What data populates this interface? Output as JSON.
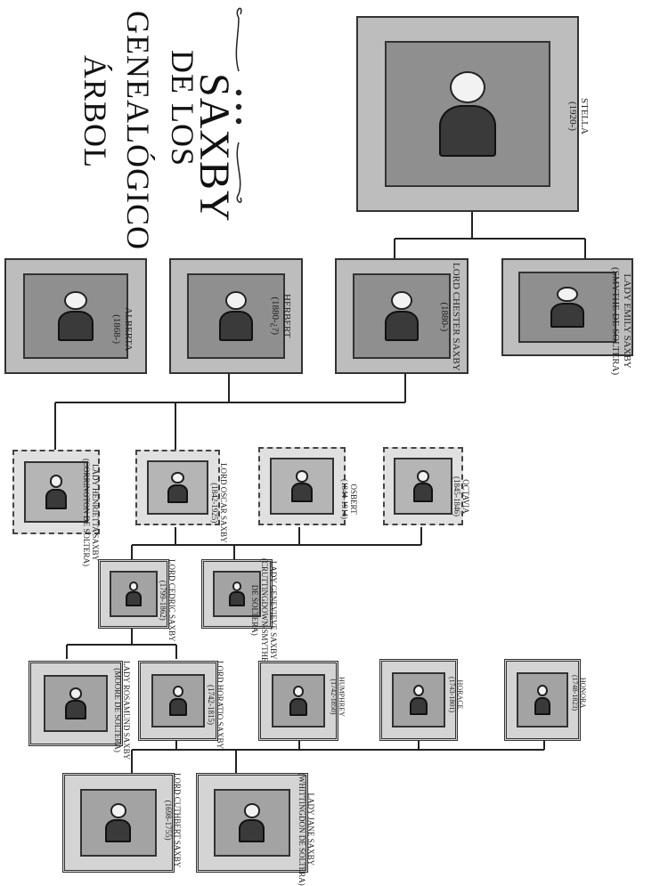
{
  "title": {
    "line1": "ÁRBOL",
    "line2": "GENEALÓGICO",
    "line3": "DE LOS",
    "line4": "SAXBY"
  },
  "people": [
    {
      "id": "stella",
      "name": "STELLA",
      "dates": "(1920-)",
      "extra": ""
    },
    {
      "id": "alberta",
      "name": "ALBERTA",
      "dates": "(1868-)",
      "extra": ""
    },
    {
      "id": "herbert",
      "name": "HERBERT",
      "dates": "(1880-¿?)",
      "extra": ""
    },
    {
      "id": "chester",
      "name": "LORD CHESTER SAXBY",
      "dates": "(1880-)",
      "extra": ""
    },
    {
      "id": "emily",
      "name": "LADY EMILY SAXBY",
      "dates": "(SMYTHE DE SOLTERA)",
      "extra": ""
    },
    {
      "id": "henrietta",
      "name": "LADY HENRIETTA SAXBY",
      "dates": "(CORRINGTON DE SOLTERA)",
      "extra": ""
    },
    {
      "id": "oscar",
      "name": "LORD OSCAR SAXBY",
      "dates": "(1842-1925)",
      "extra": ""
    },
    {
      "id": "osbert",
      "name": "OSBERT",
      "dates": "(1844-1914)",
      "extra": ""
    },
    {
      "id": "octavia",
      "name": "OCTAVIA",
      "dates": "(1845-1846)",
      "extra": ""
    },
    {
      "id": "cedric",
      "name": "LORD CEDRIC SAXBY",
      "dates": "(1799-1862)",
      "extra": ""
    },
    {
      "id": "genevieve",
      "name": "LADY GENEVIEVE SAXBY",
      "dates": "(CRUTTINGDOWN-SMYTHE",
      "extra": "DE SOLTERA)"
    },
    {
      "id": "rosamund",
      "name": "LADY ROSAMUND SAXBY",
      "dates": "(MOORE DE SOLTERA)",
      "extra": ""
    },
    {
      "id": "horatio",
      "name": "LORD HORATIO SAXBY",
      "dates": "(1742-1815)",
      "extra": ""
    },
    {
      "id": "humphrey",
      "name": "HUMPHREY",
      "dates": "(1742-1850)",
      "extra": ""
    },
    {
      "id": "horace",
      "name": "HORACE",
      "dates": "(1743-1801)",
      "extra": ""
    },
    {
      "id": "honora",
      "name": "HONORA",
      "dates": "(1748-1823)",
      "extra": ""
    },
    {
      "id": "cuthbert",
      "name": "LORD CUTHBERT SAXBY",
      "dates": "(1698-1755)",
      "extra": ""
    },
    {
      "id": "jane",
      "name": "LADY JANE SAXBY",
      "dates": "(WHITTINGDON DE SOLTERA)",
      "extra": ""
    }
  ],
  "colors": {
    "line": "#222222",
    "frame": "#bdbdbd",
    "portrait": "#8f8f8f"
  }
}
